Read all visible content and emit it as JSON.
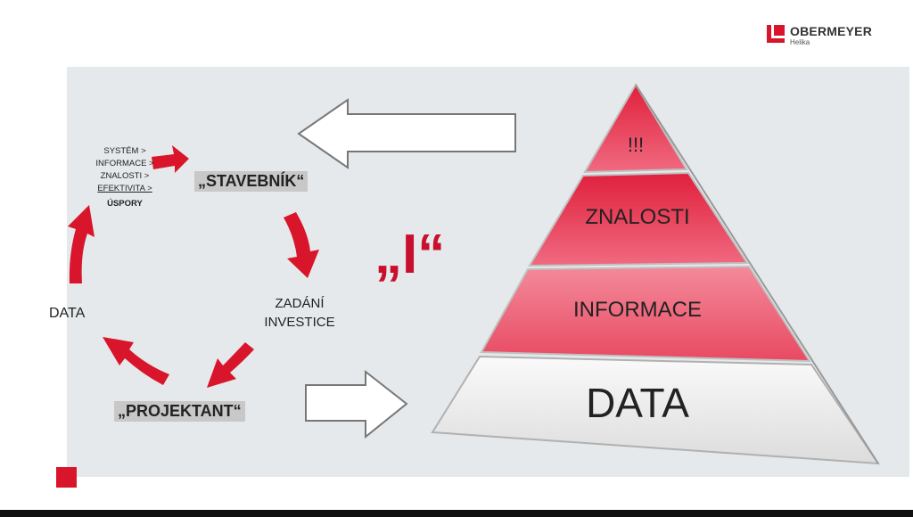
{
  "logo": {
    "name": "OBERMEYER",
    "subtitle": "Helika"
  },
  "cycle": {
    "steps": [
      "SYSTÉM >",
      "INFORMACE >",
      "ZNALOSTI >",
      "EFEKTIVITA >",
      "ÚSPORY"
    ],
    "stavebnik": "„STAVEBNÍK“",
    "zadani": [
      "ZADÁNÍ",
      "INVESTICE"
    ],
    "projektant": "„PROJEKTANT“",
    "data": "DATA"
  },
  "quote_i": "„I“",
  "pyramid": {
    "levels": [
      "!!!",
      "ZNALOSTI",
      "INFORMACE",
      "DATA"
    ]
  },
  "colors": {
    "accent": "#d8152a",
    "panel": "#e6e9eb"
  }
}
